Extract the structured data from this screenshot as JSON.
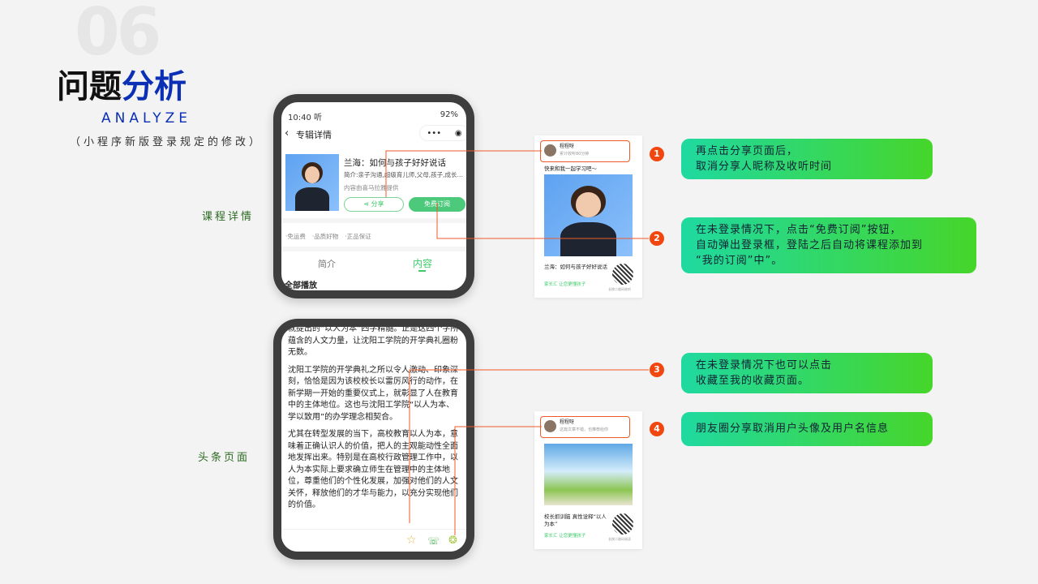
{
  "header": {
    "number": "06",
    "title_black": "问题",
    "title_blue": "分析",
    "subtitle": "ANALYZE",
    "note": "（小程序新版登录规定的修改）"
  },
  "sections": {
    "course": "课程详情",
    "article": "头条页面"
  },
  "phone1": {
    "time": "10:40",
    "status_icons": "听",
    "battery": "92%",
    "nav_title": "专辑详情",
    "more": "•••",
    "course_title": "兰海：如何与孩子好好说话",
    "intro": "简介:亲子沟通,超级育儿师,父母,孩子,成长…",
    "provider": "内容由喜马拉雅提供",
    "share_btn": "分享",
    "subscribe_btn": "免费订阅",
    "tags": [
      "·免运费",
      "·品质好物",
      "·正品保证"
    ],
    "tabs": [
      "简介",
      "内容"
    ],
    "play_all": "全部播放"
  },
  "card1": {
    "user": "程程呀",
    "meta": "累计收听80分钟",
    "invite": "快来和我一起学习吧～",
    "course": "兰海：如何与孩子好好说话",
    "slogan": "家长汇 让您更懂孩子",
    "qr_hint": "长按二维码收听"
  },
  "phone2": {
    "paragraphs": [
      "就提出的“以人为本”四字精髓。正是这四个字所蕴含的人文力量，让沈阳工学院的开学典礼圈粉无数。",
      "沈阳工学院的开学典礼之所以令人激动、印象深刻，恰恰是因为该校校长以雷厉风行的动作，在新学期一开始的重要仪式上，就彰显了人在教育中的主体地位。这也与沈阳工学院“以人为本、学以致用”的办学理念相契合。",
      "尤其在转型发展的当下，高校教育以人为本，意味着正确认识人的价值，把人的主观能动性全面地发挥出来。特别是在高校行政管理工作中，以人为本实际上要求确立师生在管理中的主体地位，尊重他们的个性化发展，加强对他们的人文关怀，释放他们的才华与能力，以充分实现他们的价值。"
    ]
  },
  "card2": {
    "user": "程程呀",
    "meta": "这篇文章不错，也推荐给你",
    "title": "校长抓训脑 真性诠释“以人为本”",
    "slogan": "家长汇 让您更懂孩子",
    "qr_hint": "长按二维码阅读"
  },
  "callouts": [
    {
      "num": "1",
      "text": "再点击分享页面后，\n取消分享人昵称及收听时间"
    },
    {
      "num": "2",
      "text": "在未登录情况下，点击“免费订阅”按钮，\n自动弹出登录框，登陆之后自动将课程添加到\n“我的订阅”中”。"
    },
    {
      "num": "3",
      "text": "在未登录情况下也可以点击\n收藏至我的收藏页面。"
    },
    {
      "num": "4",
      "text": "朋友圈分享取消用户头像及用户名信息"
    }
  ],
  "colors": {
    "accent_blue": "#0b2fb5",
    "line": "#f05a28",
    "green": "#3ecb6a"
  }
}
